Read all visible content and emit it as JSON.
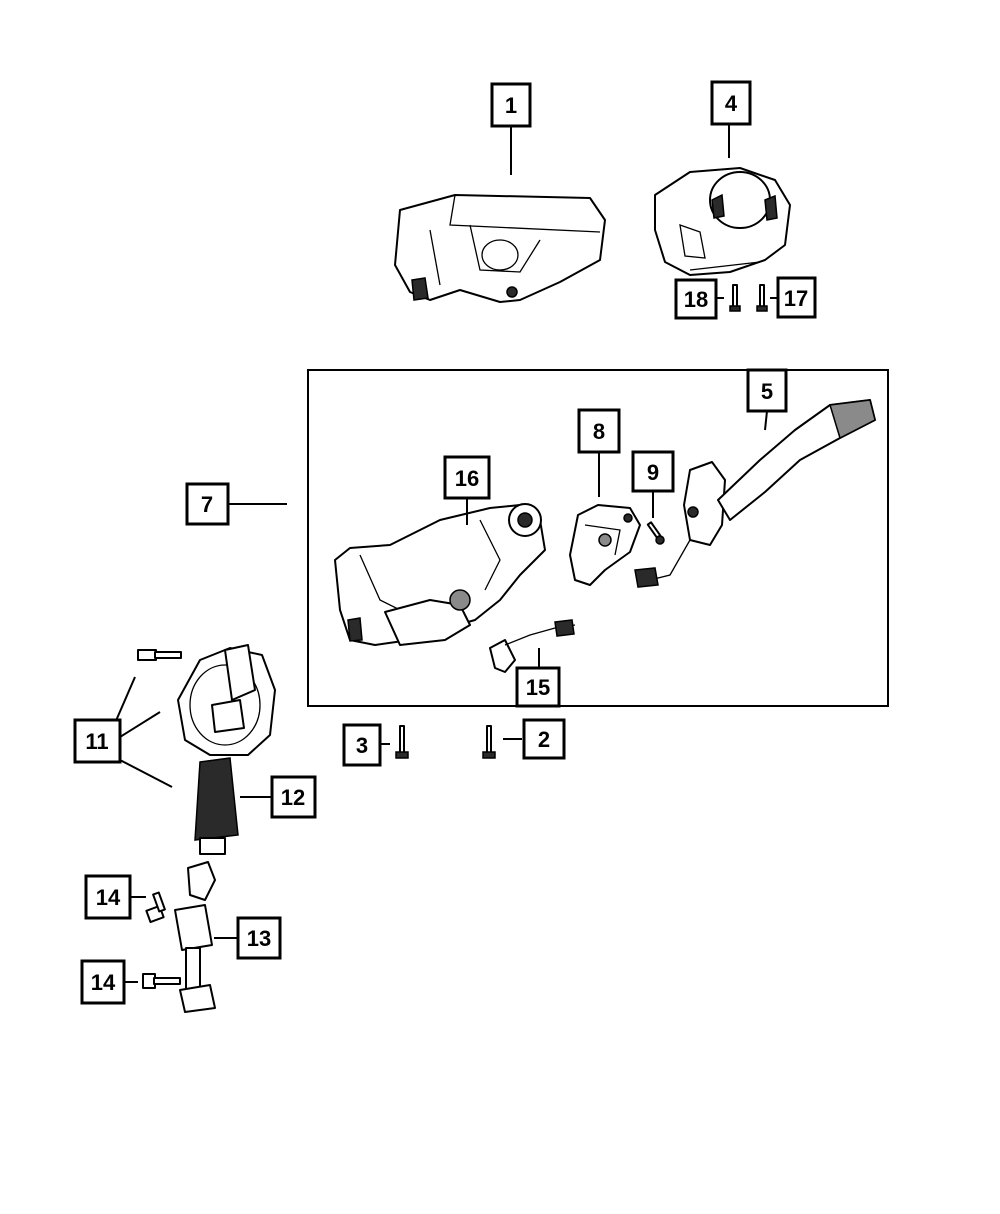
{
  "callouts": [
    {
      "id": "c1",
      "label": "1"
    },
    {
      "id": "c2",
      "label": "2"
    },
    {
      "id": "c3",
      "label": "3"
    },
    {
      "id": "c4",
      "label": "4"
    },
    {
      "id": "c5",
      "label": "5"
    },
    {
      "id": "c7",
      "label": "7"
    },
    {
      "id": "c8",
      "label": "8"
    },
    {
      "id": "c9",
      "label": "9"
    },
    {
      "id": "c11",
      "label": "11"
    },
    {
      "id": "c12",
      "label": "12"
    },
    {
      "id": "c13",
      "label": "13"
    },
    {
      "id": "c14a",
      "label": "14"
    },
    {
      "id": "c14b",
      "label": "14"
    },
    {
      "id": "c15",
      "label": "15"
    },
    {
      "id": "c16",
      "label": "16"
    },
    {
      "id": "c17",
      "label": "17"
    },
    {
      "id": "c18",
      "label": "18"
    }
  ],
  "parts": {
    "shroud_lower": "upper-housing",
    "shroud_upper": "column-shroud",
    "multifunction_switch": "lever-switch",
    "clockspring": "clockspring",
    "column_assembly": "steering-column",
    "intermediate_shaft": "intermediate-shaft",
    "boot_seal": "boot-seal",
    "coupler": "universal-joint",
    "wiring": "wiring-harness",
    "bolt": "bolt",
    "screw": "screw"
  }
}
